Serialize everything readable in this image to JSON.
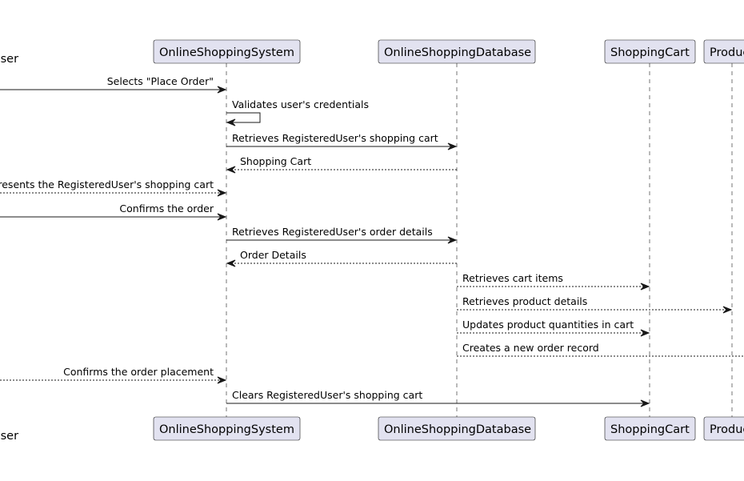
{
  "participants": [
    {
      "id": "user",
      "label": "User"
    },
    {
      "id": "oss",
      "label": "OnlineShoppingSystem"
    },
    {
      "id": "osd",
      "label": "OnlineShoppingDatabase"
    },
    {
      "id": "cart",
      "label": "ShoppingCart"
    },
    {
      "id": "prod",
      "label": "Product"
    }
  ],
  "messages": [
    {
      "from": "user",
      "to": "oss",
      "style": "solid",
      "text": "Selects \"Place Order\""
    },
    {
      "from": "oss",
      "to": "oss",
      "style": "solid",
      "text": "Validates user's credentials"
    },
    {
      "from": "oss",
      "to": "osd",
      "style": "solid",
      "text": "Retrieves RegisteredUser's shopping cart"
    },
    {
      "from": "osd",
      "to": "oss",
      "style": "dashed",
      "text": "Shopping Cart"
    },
    {
      "from": "user",
      "to": "oss",
      "style": "dashed",
      "text": "Presents the RegisteredUser's shopping cart"
    },
    {
      "from": "user",
      "to": "oss",
      "style": "solid",
      "text": "Confirms the order"
    },
    {
      "from": "oss",
      "to": "osd",
      "style": "solid",
      "text": "Retrieves RegisteredUser's order details"
    },
    {
      "from": "osd",
      "to": "oss",
      "style": "dashed",
      "text": "Order Details"
    },
    {
      "from": "osd",
      "to": "cart",
      "style": "dashed",
      "text": "Retrieves cart items"
    },
    {
      "from": "osd",
      "to": "prod",
      "style": "dashed",
      "text": "Retrieves product details"
    },
    {
      "from": "osd",
      "to": "cart",
      "style": "dashed",
      "text": "Updates product quantities in cart"
    },
    {
      "from": "osd",
      "to": "offscreen",
      "style": "dashed",
      "text": "Creates a new order record"
    },
    {
      "from": "user",
      "to": "oss",
      "style": "dashed",
      "text": "Confirms the order placement"
    },
    {
      "from": "oss",
      "to": "cart",
      "style": "solid",
      "text": "Clears RegisteredUser's shopping cart"
    }
  ]
}
